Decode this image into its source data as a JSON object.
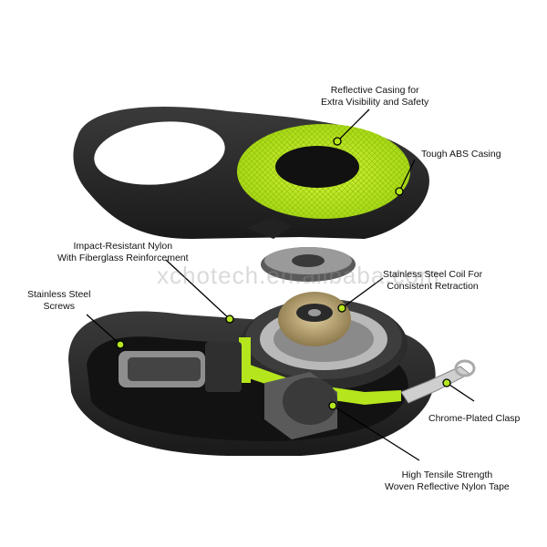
{
  "watermark": "xchotech.en.alibaba.com",
  "labels": {
    "reflective_casing": [
      "Reflective Casing for",
      "Extra Visibility and Safety"
    ],
    "abs_casing": [
      "Tough ABS Casing"
    ],
    "nylon": [
      "Impact-Resistant Nylon",
      "With Fiberglass Reinforcement"
    ],
    "coil": [
      "Stainless Steel Coil For",
      "Consistent Retraction"
    ],
    "screws": [
      "Stainless Steel",
      "Screws"
    ],
    "clasp": [
      "Chrome-Plated Clasp"
    ],
    "tape": [
      "High Tensile Strength",
      "Woven Reflective Nylon Tape"
    ]
  },
  "colors": {
    "accent": "#b5e61d",
    "casing": "#2a2a2a",
    "metal": "#b8b8b8"
  }
}
